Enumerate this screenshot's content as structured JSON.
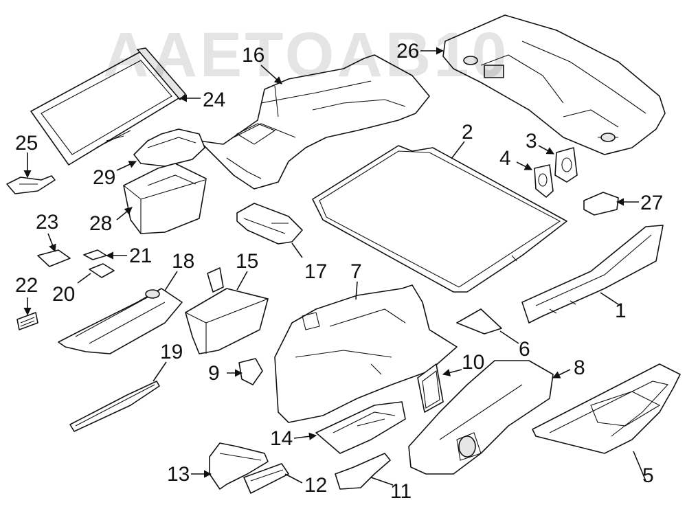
{
  "watermark": "AAETOAB10",
  "callouts": [
    {
      "id": "1",
      "label": "1"
    },
    {
      "id": "2",
      "label": "2"
    },
    {
      "id": "3",
      "label": "3"
    },
    {
      "id": "4",
      "label": "4"
    },
    {
      "id": "5",
      "label": "5"
    },
    {
      "id": "6",
      "label": "6"
    },
    {
      "id": "7",
      "label": "7"
    },
    {
      "id": "8",
      "label": "8"
    },
    {
      "id": "9",
      "label": "9"
    },
    {
      "id": "10",
      "label": "10"
    },
    {
      "id": "11",
      "label": "11"
    },
    {
      "id": "12",
      "label": "12"
    },
    {
      "id": "13",
      "label": "13"
    },
    {
      "id": "14",
      "label": "14"
    },
    {
      "id": "15",
      "label": "15"
    },
    {
      "id": "16",
      "label": "16"
    },
    {
      "id": "17",
      "label": "17"
    },
    {
      "id": "18",
      "label": "18"
    },
    {
      "id": "19",
      "label": "19"
    },
    {
      "id": "20",
      "label": "20"
    },
    {
      "id": "21",
      "label": "21"
    },
    {
      "id": "22",
      "label": "22"
    },
    {
      "id": "23",
      "label": "23"
    },
    {
      "id": "24",
      "label": "24"
    },
    {
      "id": "25",
      "label": "25"
    },
    {
      "id": "26",
      "label": "26"
    },
    {
      "id": "27",
      "label": "27"
    },
    {
      "id": "28",
      "label": "28"
    },
    {
      "id": "29",
      "label": "29"
    }
  ]
}
